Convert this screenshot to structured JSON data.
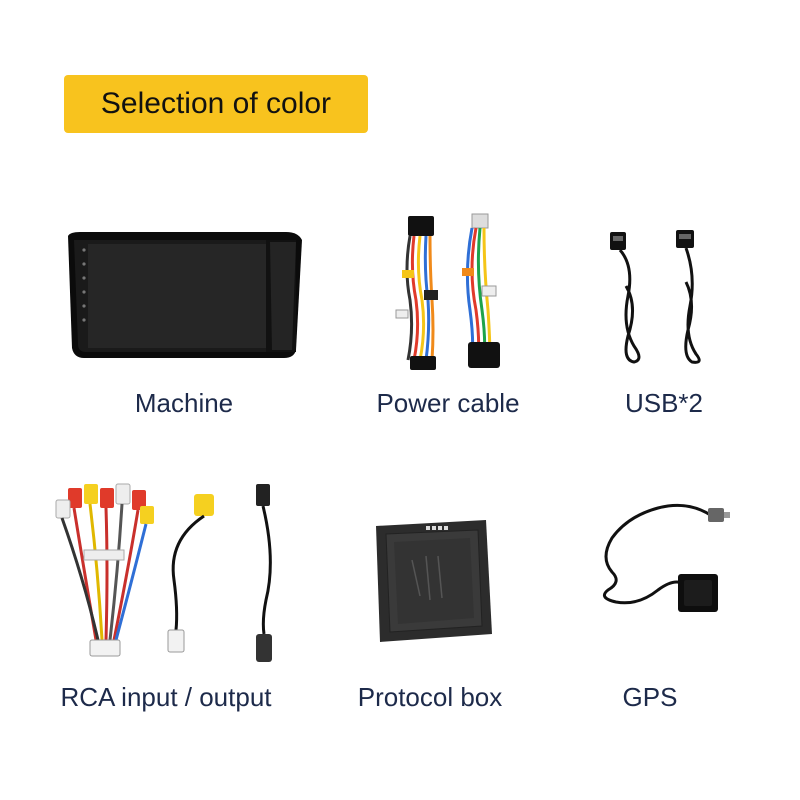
{
  "banner": {
    "title": "Selection of color",
    "color": "#f8c31e"
  },
  "products": [
    {
      "label": "Machine",
      "icon": "car-stereo-screen-icon"
    },
    {
      "label": "Power cable",
      "icon": "wiring-harness-icon"
    },
    {
      "label": "USB*2",
      "icon": "usb-cable-icon"
    },
    {
      "label": "RCA input / output",
      "icon": "rca-cable-icon"
    },
    {
      "label": "Protocol box",
      "icon": "protocol-box-icon"
    },
    {
      "label": "GPS",
      "icon": "gps-antenna-icon"
    }
  ],
  "colors": {
    "label_text": "#1d2a4a",
    "device_black": "#0e0e0e"
  }
}
